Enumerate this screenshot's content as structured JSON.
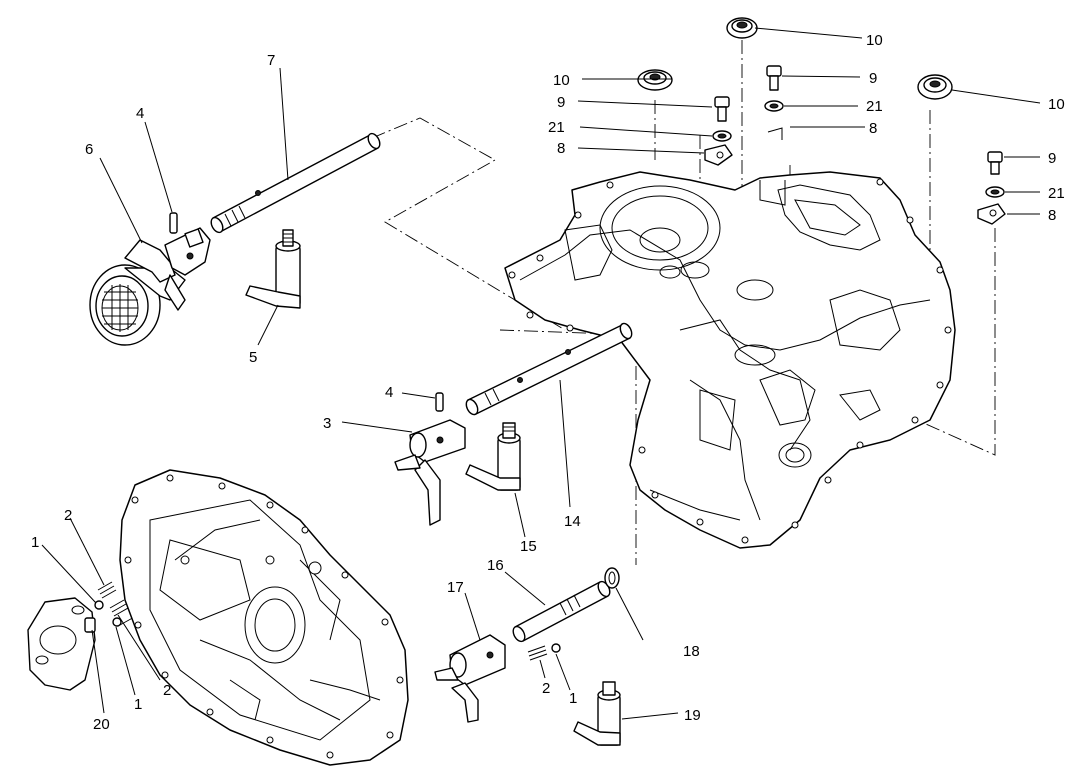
{
  "callouts": {
    "c1a": "1",
    "c1b": "1",
    "c1c": "1",
    "c2a": "2",
    "c2b": "2",
    "c2c": "2",
    "c3": "3",
    "c4a": "4",
    "c4b": "4",
    "c5": "5",
    "c6": "6",
    "c7": "7",
    "c8a": "8",
    "c8b": "8",
    "c8c": "8",
    "c9a": "9",
    "c9b": "9",
    "c9c": "9",
    "c10a": "10",
    "c10b": "10",
    "c10c": "10",
    "c14": "14",
    "c15": "15",
    "c16": "16",
    "c17": "17",
    "c18": "18",
    "c19": "19",
    "c20": "20",
    "c21a": "21",
    "c21b": "21",
    "c21c": "21"
  }
}
